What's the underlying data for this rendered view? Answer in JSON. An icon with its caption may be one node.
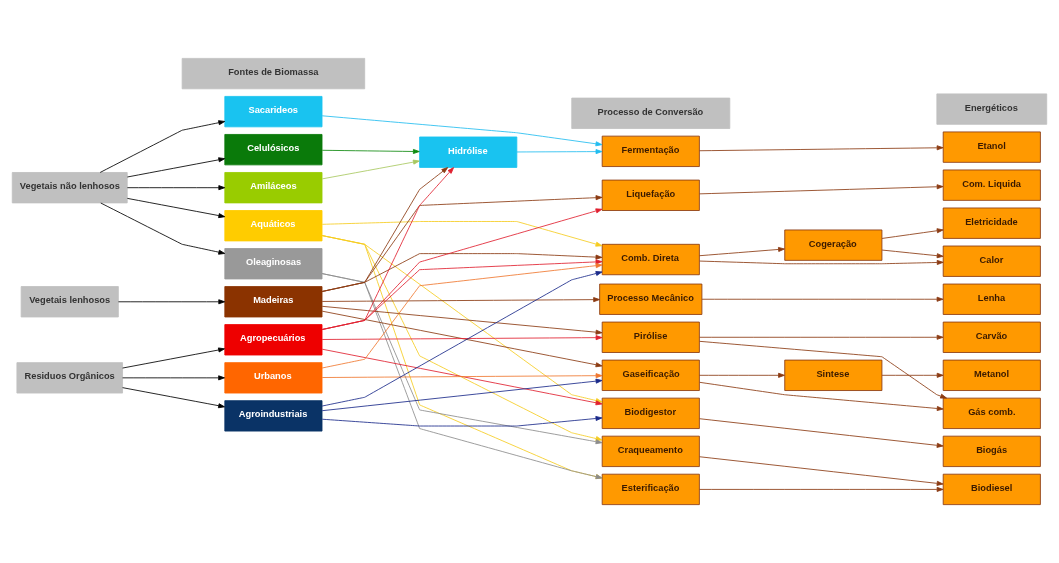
{
  "diagram": {
    "nodes": [
      {
        "text": [
          "Fontes de Biomassa"
        ]
      },
      {
        "text": [
          "Processo de Conversão"
        ]
      },
      {
        "text": [
          "Energéticos"
        ]
      },
      {
        "text": [
          "Vegetais não lenhosos"
        ]
      },
      {
        "text": [
          "Vegetais lenhosos"
        ]
      },
      {
        "text": [
          "Residuos Orgânicos"
        ]
      },
      {
        "text": [
          "Sacarideos"
        ]
      },
      {
        "text": [
          "Celulósicos"
        ]
      },
      {
        "text": [
          "Amiláceos"
        ]
      },
      {
        "text": [
          "Aquáticos"
        ]
      },
      {
        "text": [
          "Oleaginosas"
        ]
      },
      {
        "text": [
          "Madeiras"
        ]
      },
      {
        "text": [
          "Agropecuários"
        ]
      },
      {
        "text": [
          "Urbanos"
        ]
      },
      {
        "text": [
          "Agroindustriais"
        ]
      },
      {
        "text": [
          "Hidrólise"
        ]
      },
      {
        "text": [
          "Fermentação"
        ]
      },
      {
        "text": [
          "Liquefação"
        ]
      },
      {
        "text": [
          "Comb. Direta"
        ]
      },
      {
        "text": [
          "Processo Mecânico"
        ]
      },
      {
        "text": [
          "Pirólise"
        ]
      },
      {
        "text": [
          "Gaseificação"
        ]
      },
      {
        "text": [
          "Biodigestor"
        ]
      },
      {
        "text": [
          "Craqueamento"
        ]
      },
      {
        "text": [
          "Esterificação"
        ]
      },
      {
        "text": [
          "Cogeração"
        ]
      },
      {
        "text": [
          "Sintese"
        ]
      },
      {
        "text": [
          "Etanol"
        ]
      },
      {
        "text": [
          "Com. Liquida"
        ]
      },
      {
        "text": [
          "Eletricidade"
        ]
      },
      {
        "text": [
          "Calor"
        ]
      },
      {
        "text": [
          "Lenha"
        ]
      },
      {
        "text": [
          "Carvão"
        ]
      },
      {
        "text": [
          "Metanol"
        ]
      },
      {
        "text": [
          "Gás comb."
        ]
      },
      {
        "text": [
          "Biogás"
        ]
      },
      {
        "text": [
          "Biodiesel"
        ]
      }
    ],
    "edges": [
      {
        "from": 3,
        "to": 6,
        "arrow": "to",
        "color": "#000000"
      },
      {
        "from": 3,
        "to": 7,
        "arrow": "to",
        "color": "#000000"
      },
      {
        "from": 3,
        "to": 8,
        "arrow": "to",
        "color": "#000000"
      },
      {
        "from": 3,
        "to": 9,
        "arrow": "to",
        "color": "#000000"
      },
      {
        "from": 3,
        "to": 10,
        "arrow": "to",
        "color": "#000000"
      },
      {
        "from": 4,
        "to": 11,
        "arrow": "to",
        "color": "#000000"
      },
      {
        "from": 5,
        "to": 12,
        "arrow": "to",
        "color": "#000000"
      },
      {
        "from": 5,
        "to": 13,
        "arrow": "to",
        "color": "#000000"
      },
      {
        "from": 5,
        "to": 14,
        "arrow": "to",
        "color": "#000000"
      },
      {
        "from": 6,
        "to": 16,
        "arrow": "to",
        "color": "#22bdf0"
      },
      {
        "from": 7,
        "to": 15,
        "arrow": "to",
        "color": "#108a10"
      },
      {
        "from": 8,
        "to": 15,
        "arrow": "to",
        "color": "#a8c860"
      },
      {
        "from": 15,
        "to": 16,
        "arrow": "to",
        "color": "#22bdf0"
      },
      {
        "from": 9,
        "to": 18,
        "arrow": "to",
        "color": "#f5cc20"
      },
      {
        "from": 9,
        "to": 22,
        "arrow": "to",
        "color": "#f5cc20"
      },
      {
        "from": 9,
        "to": 23,
        "arrow": "to",
        "color": "#f5cc20"
      },
      {
        "from": 9,
        "to": 24,
        "arrow": "to",
        "color": "#f5cc20"
      },
      {
        "from": 10,
        "to": 23,
        "arrow": "to",
        "color": "#8c8c8c"
      },
      {
        "from": 10,
        "to": 24,
        "arrow": "to",
        "color": "#8c8c8c"
      },
      {
        "from": 11,
        "to": 15,
        "arrow": "to"
      },
      {
        "from": 11,
        "to": 17,
        "arrow": "to"
      },
      {
        "from": 11,
        "to": 18,
        "arrow": "to"
      },
      {
        "from": 11,
        "to": 19,
        "arrow": "to"
      },
      {
        "from": 11,
        "to": 20,
        "arrow": "to"
      },
      {
        "from": 11,
        "to": 21,
        "arrow": "to"
      },
      {
        "from": 12,
        "to": 15,
        "arrow": "to",
        "color": "#e02030"
      },
      {
        "from": 12,
        "to": 17,
        "arrow": "to",
        "color": "#e02030"
      },
      {
        "from": 12,
        "to": 18,
        "arrow": "to",
        "color": "#e02030"
      },
      {
        "from": 12,
        "to": 20,
        "arrow": "to",
        "color": "#e02030"
      },
      {
        "from": 12,
        "to": 22,
        "arrow": "to",
        "color": "#e02030"
      },
      {
        "from": 13,
        "to": 18,
        "arrow": "to",
        "color": "#f07830"
      },
      {
        "from": 13,
        "to": 21,
        "arrow": "to",
        "color": "#f07830"
      },
      {
        "from": 14,
        "to": 18,
        "arrow": "to",
        "color": "#1a2a8a"
      },
      {
        "from": 14,
        "to": 21,
        "arrow": "to",
        "color": "#1a2a8a"
      },
      {
        "from": 14,
        "to": 22,
        "arrow": "to",
        "color": "#1a2a8a"
      },
      {
        "from": 16,
        "to": 27,
        "arrow": "to"
      },
      {
        "from": 17,
        "to": 28,
        "arrow": "to"
      },
      {
        "from": 18,
        "to": 25,
        "arrow": "to"
      },
      {
        "from": 25,
        "to": 29,
        "arrow": "to"
      },
      {
        "from": 25,
        "to": 30,
        "arrow": "to"
      },
      {
        "from": 18,
        "to": 30,
        "arrow": "to"
      },
      {
        "from": 19,
        "to": 31,
        "arrow": "to"
      },
      {
        "from": 20,
        "to": 32,
        "arrow": "to"
      },
      {
        "from": 20,
        "to": 34,
        "arrow": "to"
      },
      {
        "from": 21,
        "to": 26,
        "arrow": "to"
      },
      {
        "from": 21,
        "to": 34,
        "arrow": "to"
      },
      {
        "from": 26,
        "to": 33,
        "arrow": "to"
      },
      {
        "from": 22,
        "to": 35,
        "arrow": "to"
      },
      {
        "from": 23,
        "to": 36,
        "arrow": "to"
      },
      {
        "from": 24,
        "to": 36,
        "arrow": "to"
      }
    ]
  }
}
